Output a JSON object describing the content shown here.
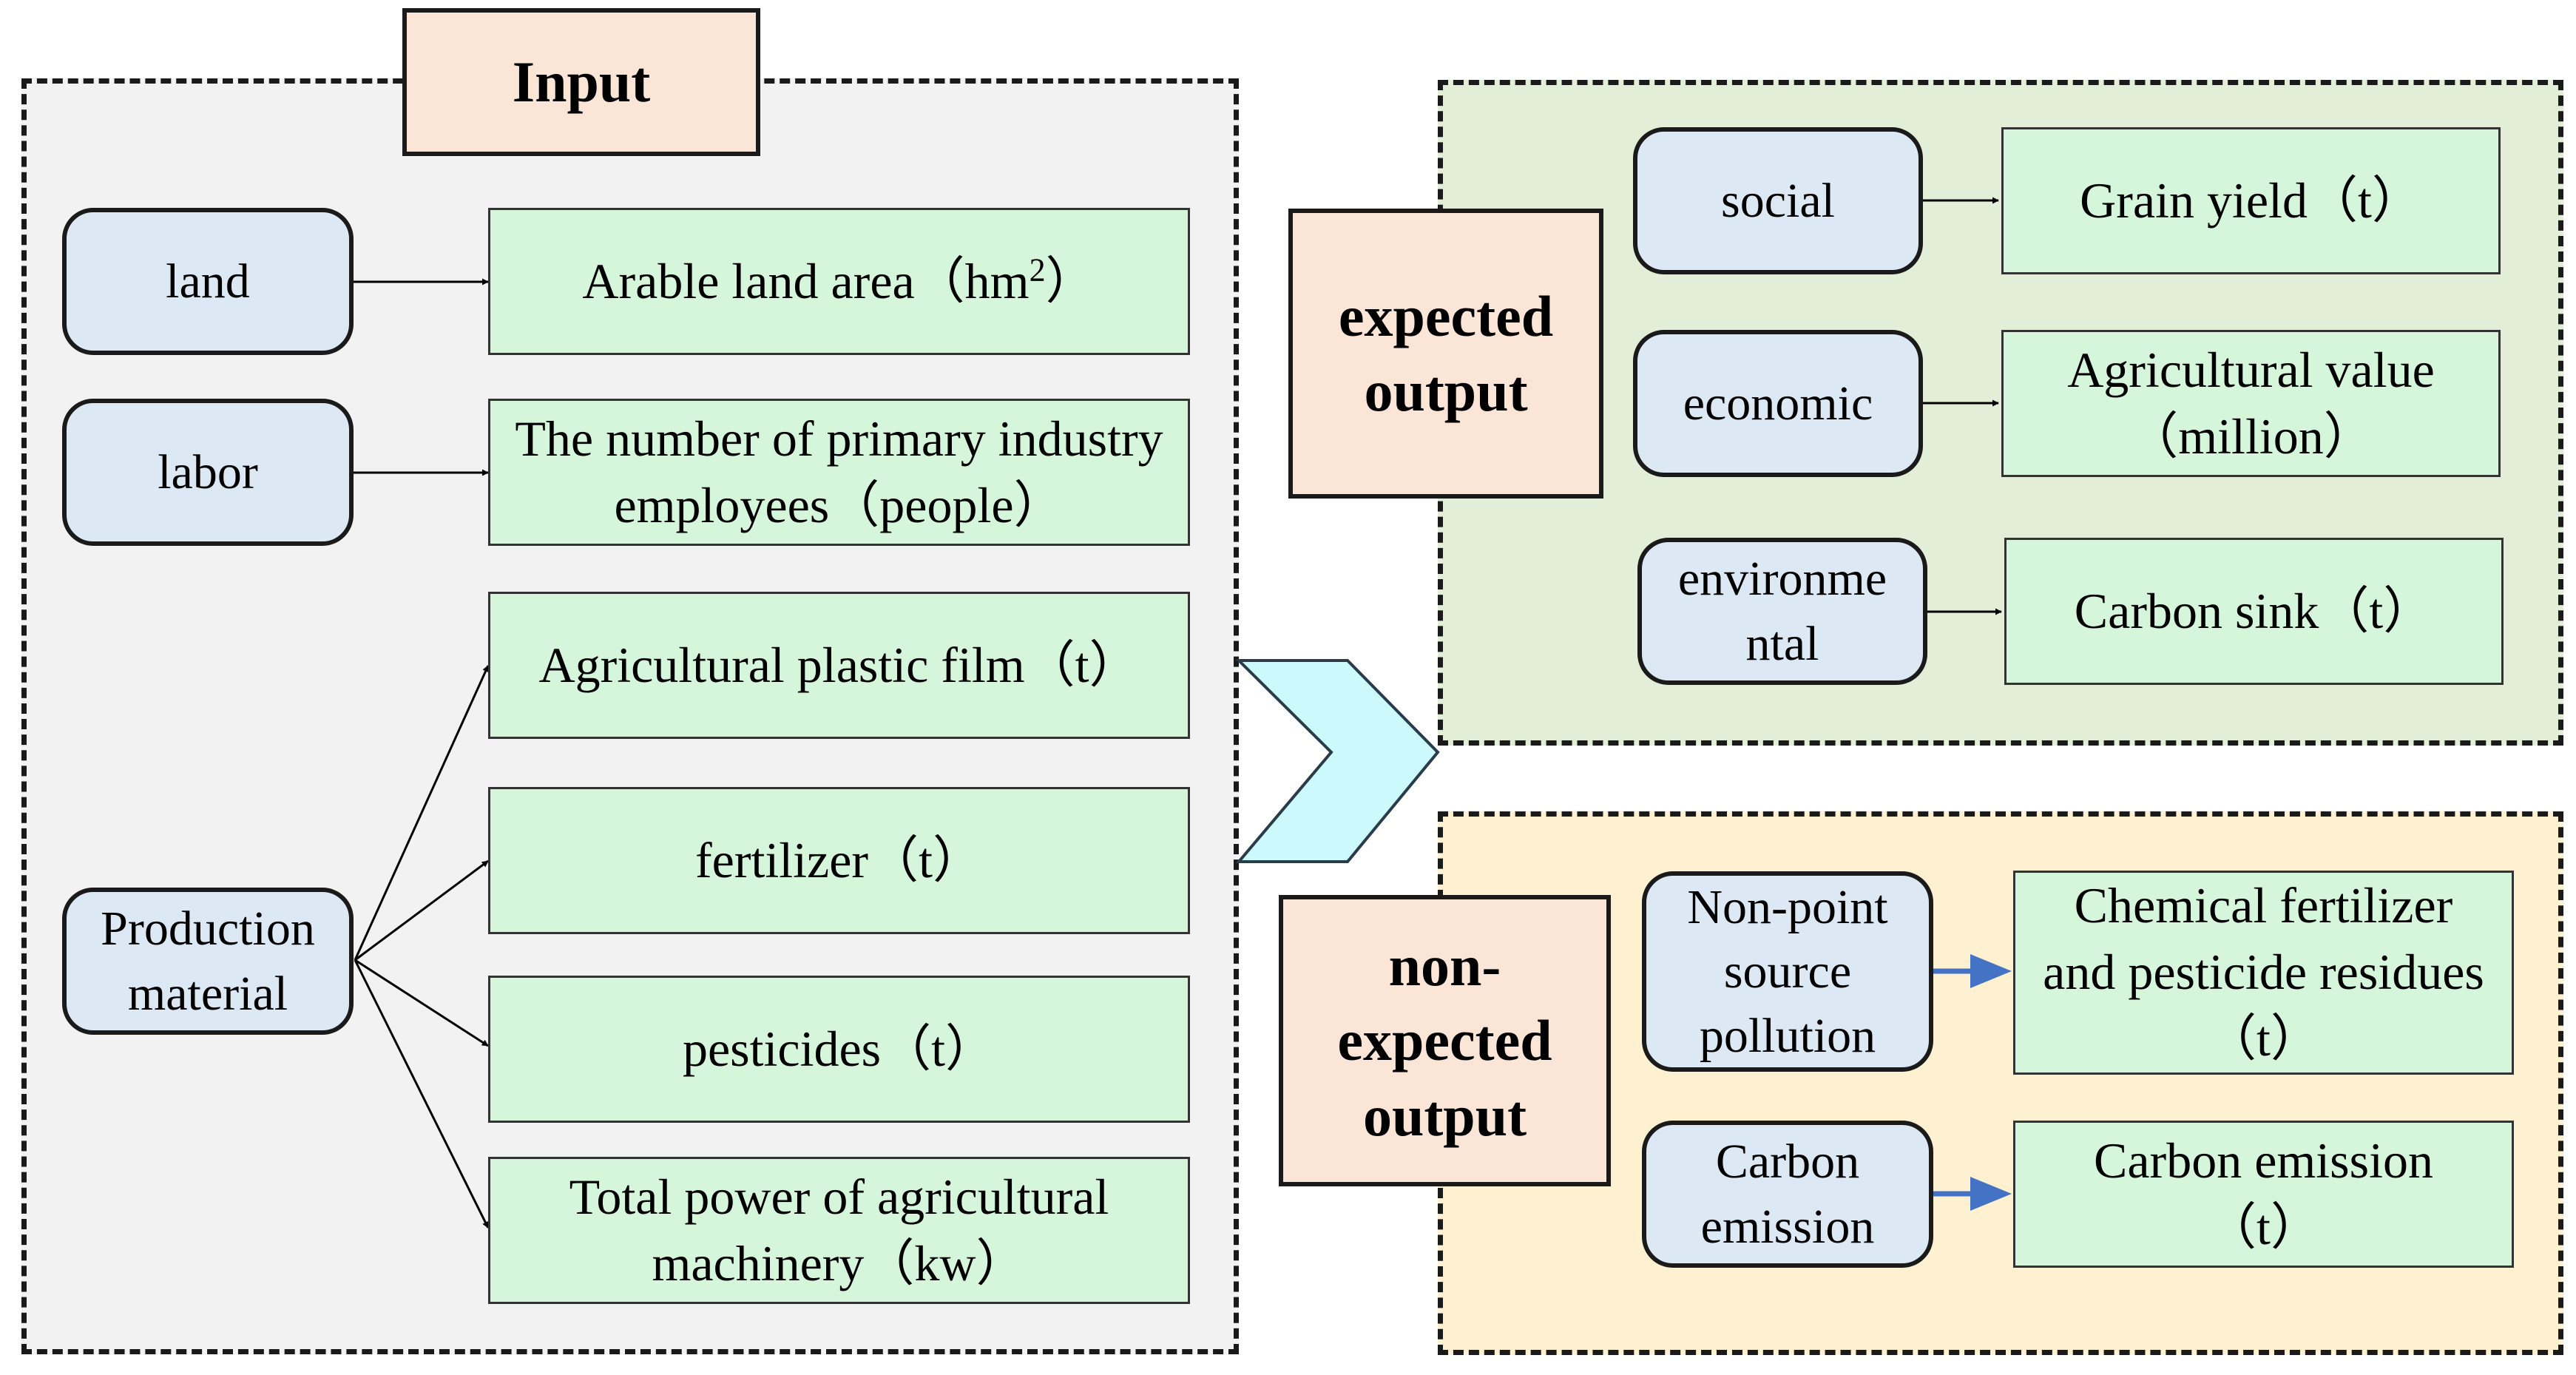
{
  "input": {
    "title": "Input",
    "categories": {
      "land": "land",
      "labor": "labor",
      "production": "Production material"
    },
    "indicators": {
      "arable": "Arable land area（hm",
      "arable_sup": "2",
      "arable_close": "）",
      "employees": "The number of primary industry employees（people）",
      "film": "Agricultural plastic film（t）",
      "fertilizer": "fertilizer（t）",
      "pesticides": "pesticides（t）",
      "machinery": "Total power of agricultural machinery（kw）"
    }
  },
  "expected": {
    "title": "expected output",
    "categories": {
      "social": "social",
      "economic": "economic",
      "environmental": "environme ntal"
    },
    "indicators": {
      "grain": "Grain yield（t）",
      "agri_value": "Agricultural value（million）",
      "carbon_sink": "Carbon sink（t）"
    }
  },
  "non_expected": {
    "title": "non-expected output",
    "categories": {
      "nonpoint": "Non-point source pollution",
      "carbon": "Carbon emission"
    },
    "indicators": {
      "residues": "Chemical fertilizer and pesticide residues（t）",
      "emission": "Carbon emission（t）"
    }
  },
  "colors": {
    "input_panel": "#f2f2f2",
    "expected_panel": "#e2eed8",
    "non_expected_panel": "#fdf1d2",
    "header_fill": "#fbe5d6",
    "category_fill": "#dce8f4",
    "indicator_fill": "#d6f6dc",
    "chevron_fill": "#ccfafc",
    "blue_arrow": "#4472c4"
  }
}
